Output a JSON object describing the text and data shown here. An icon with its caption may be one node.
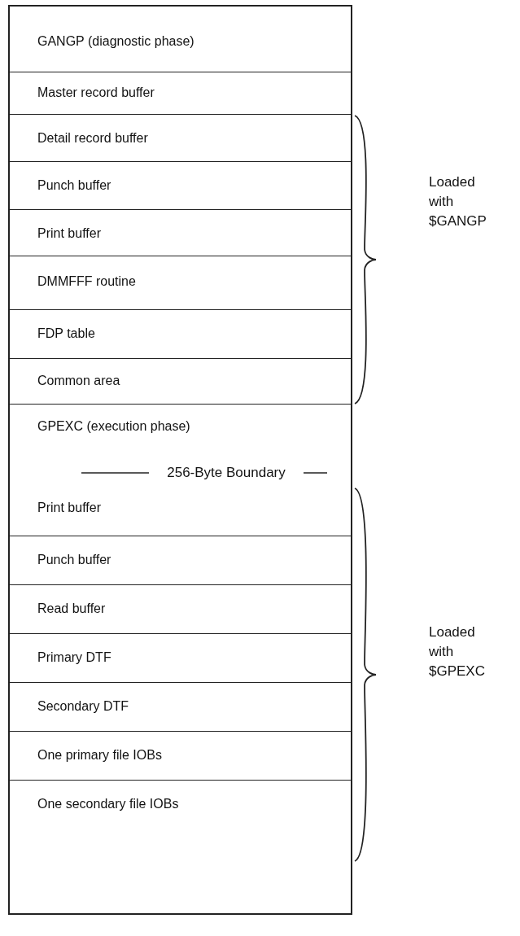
{
  "diagram": {
    "nodes": [
      {
        "text": [],
        "shape": "box"
      },
      {
        "text": [
          "GANGP (diagnostic phase)"
        ],
        "in": 0
      },
      {
        "text": [
          "Master record buffer"
        ],
        "in": 0
      },
      {
        "text": [
          "Detail record buffer"
        ],
        "in": 0
      },
      {
        "text": [
          "Punch buffer"
        ],
        "in": 0
      },
      {
        "text": [
          "Print buffer"
        ],
        "in": 0
      },
      {
        "text": [
          "DMMFFF routine"
        ],
        "in": 0
      },
      {
        "text": [
          "FDP table"
        ],
        "in": 0
      },
      {
        "text": [
          "Common area"
        ],
        "in": 0
      },
      {
        "text": [
          "GPEXC (execution phase)"
        ],
        "in": 0
      },
      {
        "text": [
          "Print buffer"
        ],
        "in": 0
      },
      {
        "text": [
          "Punch buffer"
        ],
        "in": 0
      },
      {
        "text": [
          "Read buffer"
        ],
        "in": 0
      },
      {
        "text": [
          "Primary DTF"
        ],
        "in": 0
      },
      {
        "text": [
          "Secondary DTF"
        ],
        "in": 0
      },
      {
        "text": [
          "One primary file IOBs"
        ],
        "in": 0
      },
      {
        "text": [
          "One secondary file IOBs"
        ],
        "in": 0
      }
    ],
    "edges": [],
    "labels": [
      "256-Byte Boundary",
      "Loaded with $GANGP",
      "Loaded with $GPEXC"
    ]
  }
}
